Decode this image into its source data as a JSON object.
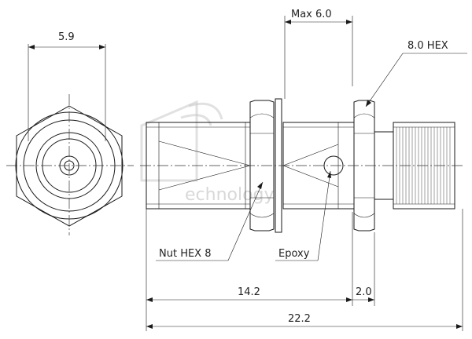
{
  "dimensions": {
    "face_across": "5.9",
    "max_length": "Max 6.0",
    "hex_size": "8.0 HEX",
    "body_length": "14.2",
    "flange_length": "2.0",
    "overall_length": "22.2"
  },
  "callouts": {
    "nut": "Nut HEX 8",
    "epoxy": "Epoxy"
  },
  "watermark": {
    "text": "echnology"
  }
}
